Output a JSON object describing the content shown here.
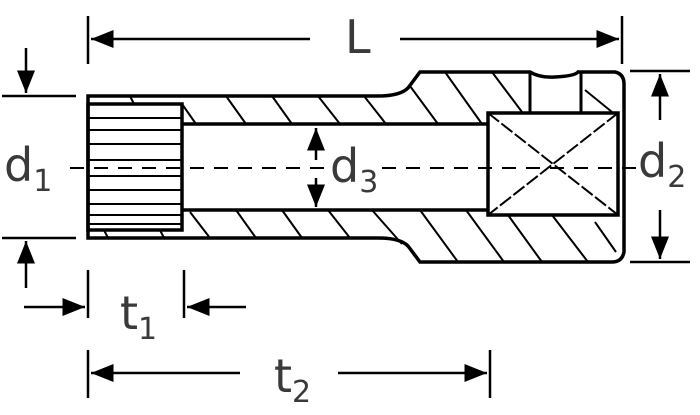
{
  "diagram": {
    "type": "technical-drawing",
    "subject": "socket cross-section",
    "colors": {
      "line": "#000000",
      "label": "#3a3a3a",
      "background": "#ffffff"
    },
    "dimensions": {
      "L": {
        "main": "L",
        "sub": ""
      },
      "d1": {
        "main": "d",
        "sub": "1"
      },
      "d2": {
        "main": "d",
        "sub": "2"
      },
      "d3": {
        "main": "d",
        "sub": "3"
      },
      "t1": {
        "main": "t",
        "sub": "1"
      },
      "t2": {
        "main": "t",
        "sub": "2"
      }
    }
  }
}
